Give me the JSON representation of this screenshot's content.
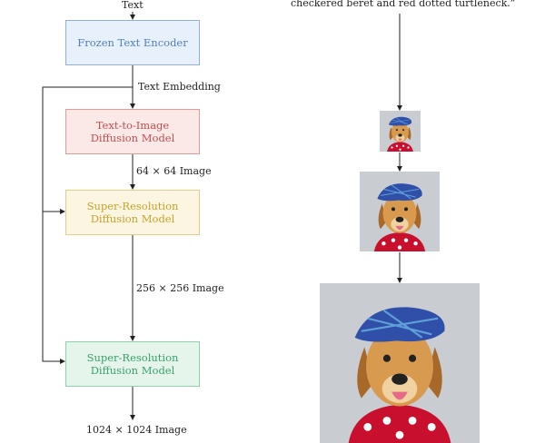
{
  "input_text": "Text",
  "prompt_tail": "checkered beret and red dotted turtleneck.”",
  "boxes": {
    "encoder": {
      "label": "Frozen Text Encoder",
      "color": "#4f7fc0",
      "fill": "#e8f1fb"
    },
    "t2i": {
      "line1": "Text-to-Image",
      "line2": "Diffusion Model",
      "color": "#c0504d",
      "fill": "#fbe9e8"
    },
    "sr1": {
      "line1": "Super-Resolution",
      "line2": "Diffusion Model",
      "color": "#c9a227",
      "fill": "#fcf5e2"
    },
    "sr2": {
      "line1": "Super-Resolution",
      "line2": "Diffusion Model",
      "color": "#3aa06a",
      "fill": "#e6f5ec"
    }
  },
  "edges": {
    "embedding": "Text Embedding",
    "img64": "64 × 64 Image",
    "img256": "256 × 256 Image",
    "img1024": "1024 × 1024 Image"
  }
}
